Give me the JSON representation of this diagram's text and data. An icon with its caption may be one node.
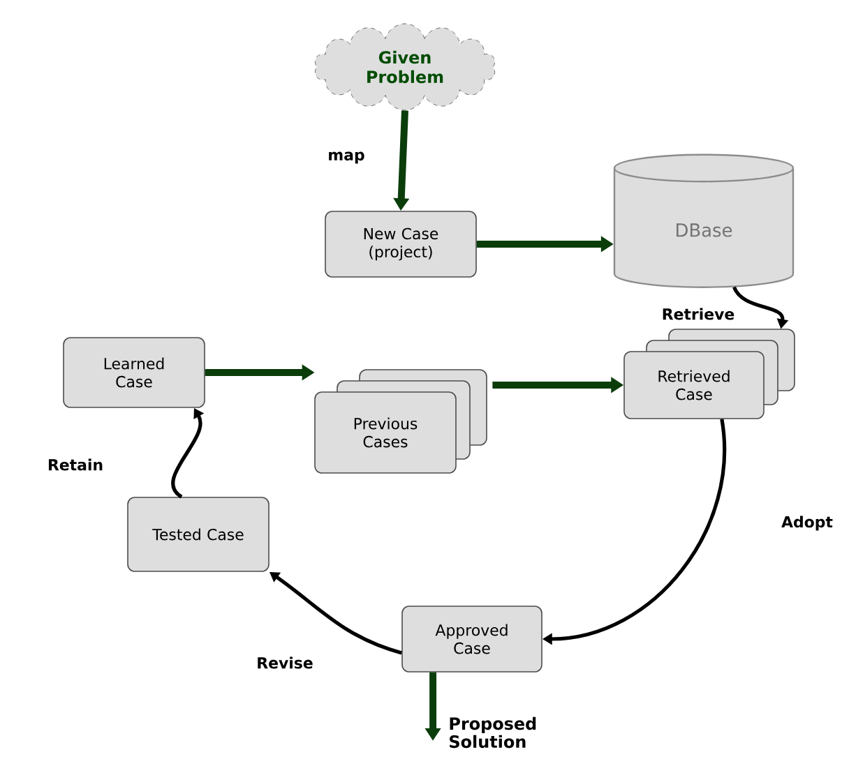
{
  "diagram": {
    "nodes": [
      {
        "text": [
          "Given Problem"
        ]
      },
      {
        "text": [
          "New Case (project)"
        ]
      },
      {
        "text": [
          "DBase"
        ]
      },
      {
        "text": [
          "Learned Case"
        ]
      },
      {
        "text": [
          "Previous Cases"
        ]
      },
      {
        "text": [
          "Retrieved Case"
        ]
      },
      {
        "text": [
          "Tested Case"
        ]
      },
      {
        "text": [
          "Approved Case"
        ]
      },
      {
        "text": [
          "Proposed Solution"
        ]
      }
    ],
    "edges": [
      {
        "from": 0,
        "to": 1,
        "arrow": "to",
        "label": "map"
      },
      {
        "from": 1,
        "to": 2,
        "arrow": "to"
      },
      {
        "from": 2,
        "to": 5,
        "arrow": "to",
        "label": "Retrieve",
        "color": "#000000"
      },
      {
        "from": 3,
        "to": 4,
        "arrow": "to"
      },
      {
        "from": 4,
        "to": 5,
        "arrow": "to"
      },
      {
        "from": 5,
        "to": 7,
        "arrow": "to",
        "label": "Adopt",
        "color": "#000000"
      },
      {
        "from": 7,
        "to": 6,
        "arrow": "to",
        "label": "Revise",
        "color": "#000000"
      },
      {
        "from": 6,
        "to": 3,
        "arrow": "to",
        "label": "Retain",
        "color": "#000000"
      },
      {
        "from": 7,
        "to": 8,
        "arrow": "to"
      }
    ]
  }
}
